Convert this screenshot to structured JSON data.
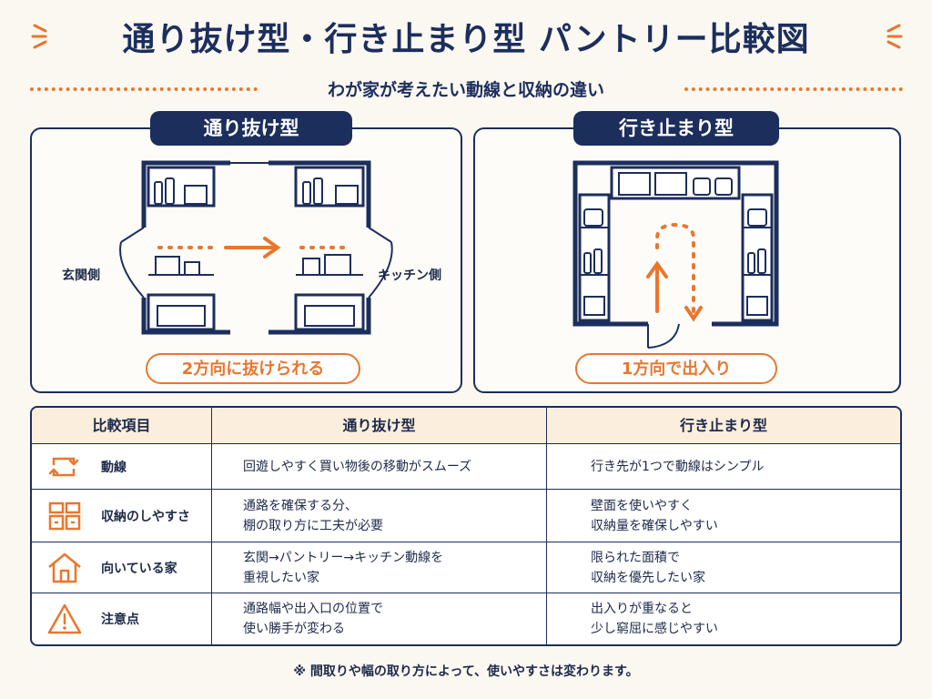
{
  "title": "通り抜け型・行き止まり型 パントリー比較図",
  "subtitle": "わが家が考えたい動線と収納の違い",
  "left_panel": {
    "label": "通り抜け型",
    "left_side": "玄関側",
    "right_side": "キッチン側",
    "caption": "2方向に抜けられる"
  },
  "right_panel": {
    "label": "行き止まり型",
    "caption": "1方向で出入り"
  },
  "table": {
    "headers": [
      "比較項目",
      "通り抜け型",
      "行き止まり型"
    ],
    "rows": [
      {
        "icon": "loop-arrows-icon",
        "label": "動線",
        "through": [
          "回遊しやすく買い物後の移動がスムーズ"
        ],
        "deadend": [
          "行き先が1つで動線はシンプル"
        ]
      },
      {
        "icon": "storage-boxes-icon",
        "label": "収納のしやすさ",
        "through": [
          "通路を確保する分、",
          "棚の取り方に工夫が必要"
        ],
        "deadend": [
          "壁面を使いやすく",
          "収納量を確保しやすい"
        ]
      },
      {
        "icon": "house-icon",
        "label": "向いている家",
        "through": [
          "玄関→パントリー→キッチン動線を",
          "重視したい家"
        ],
        "deadend": [
          "限られた面積で",
          "収納を優先したい家"
        ]
      },
      {
        "icon": "warning-icon",
        "label": "注意点",
        "through": [
          "通路幅や出入口の位置で",
          "使い勝手が変わる"
        ],
        "deadend": [
          "出入りが重なると",
          "少し窮屈に感じやすい"
        ]
      }
    ]
  },
  "footnote": "※ 間取りや幅の取り方によって、使いやすさは変わります。",
  "colors": {
    "navy": "#1c2e5c",
    "orange": "#e8772e",
    "header_bg": "#fbeedd",
    "background": "#fbf8f2"
  }
}
